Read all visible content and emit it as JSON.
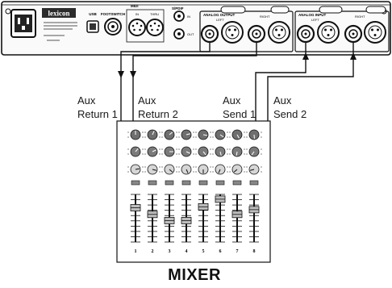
{
  "unit": {
    "logo": "lexicon",
    "jacks": {
      "usb": "USB",
      "footswitch": "FOOTSWITCH",
      "midi": "MIDI",
      "midi_in": "IN",
      "midi_thru": "THRU",
      "spdif": "S/PDIF",
      "spdif_in": "IN",
      "spdif_out": "OUT",
      "analog_output": "ANALOG OUTPUT",
      "analog_input": "ANALOG INPUT",
      "left": "LEFT",
      "right": "RIGHT"
    }
  },
  "connections": [
    {
      "label_line1": "Aux",
      "label_line2": "Return 1"
    },
    {
      "label_line1": "Aux",
      "label_line2": "Return 2"
    },
    {
      "label_line1": "Aux",
      "label_line2": "Send 1"
    },
    {
      "label_line1": "Aux",
      "label_line2": "Send 2"
    }
  ],
  "mixer": {
    "title": "MIXER",
    "channels": [
      "1",
      "2",
      "3",
      "4",
      "5",
      "6",
      "7",
      "8"
    ],
    "fader_levels": [
      0.72,
      0.58,
      0.45,
      0.45,
      0.74,
      0.9,
      0.58,
      0.68
    ]
  },
  "colors": {
    "line": "#111111",
    "panel": "#ffffff",
    "device": "#2b2b2b"
  }
}
